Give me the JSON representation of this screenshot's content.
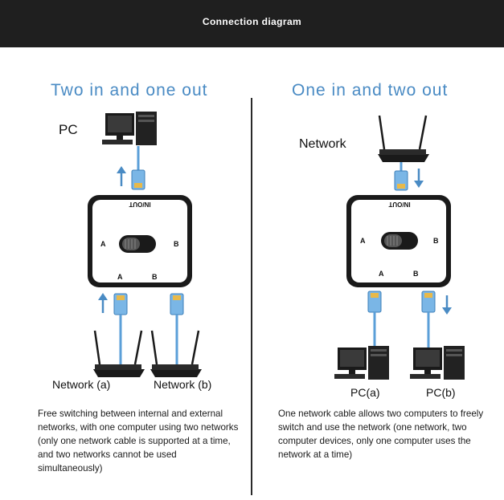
{
  "header": {
    "title": "Connection diagram"
  },
  "left": {
    "title": "Two in and one out",
    "pc_label": "PC",
    "switch": {
      "inout_label": "IN/OUT",
      "side_a": "A",
      "side_b": "B",
      "port_a": "A",
      "port_b": "B"
    },
    "network_a": "Network (a)",
    "network_b": "Network (b)",
    "description": "Free switching between internal and external networks, with one computer using two networks (only one network cable is supported at a time, and two networks cannot be used simultaneously)"
  },
  "right": {
    "title": "One in and two out",
    "network_label": "Network",
    "switch": {
      "inout_label": "IN/OUT",
      "side_a": "A",
      "side_b": "B",
      "port_a": "A",
      "port_b": "B"
    },
    "pc_a": "PC(a)",
    "pc_b": "PC(b)",
    "description": "One network cable allows two computers to freely switch and use the network (one network, two computer devices, only one computer uses the network at a time)"
  },
  "colors": {
    "accent": "#4a8bc4",
    "cable": "#5b9fd8",
    "header_bg": "#1f1f1f"
  },
  "icons": [
    "computer-icon",
    "router-icon",
    "ethernet-plug-icon",
    "arrow-up-icon",
    "arrow-down-icon",
    "switch-box-icon"
  ]
}
